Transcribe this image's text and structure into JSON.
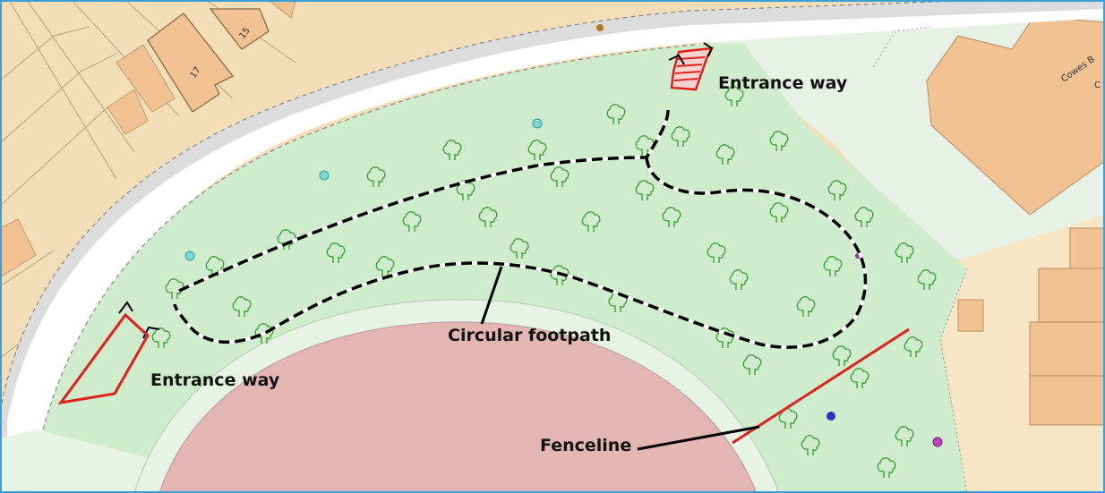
{
  "labels": {
    "entrance_top": "Entrance way",
    "entrance_left": "Entrance way",
    "footpath": "Circular footpath",
    "fenceline": "Fenceline",
    "house_15": "15",
    "house_17": "17",
    "building_name": "Cowes B",
    "building_name_2": "C"
  },
  "colors": {
    "park_green": "#cfeccd",
    "residential": "#f4deb8",
    "building": "#f2c292",
    "road": "#ffffff",
    "pavement": "#dcdcdc",
    "track": "#e4b6b3",
    "red_markup": "#e0201c",
    "tree_outline": "#3fa33a"
  },
  "icons": [
    "tree-icon",
    "entrance-arrow-icon",
    "point-marker-icon"
  ]
}
